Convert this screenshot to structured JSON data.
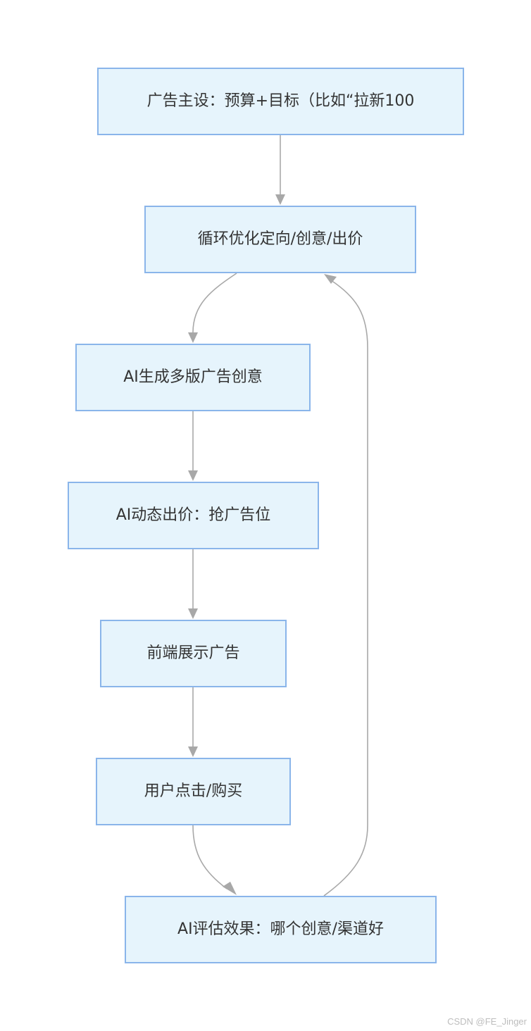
{
  "diagram": {
    "nodes": [
      {
        "id": "n1",
        "label": "广告主设：预算+目标（比如“拉新100"
      },
      {
        "id": "n2",
        "label": "循环优化定向/创意/出价"
      },
      {
        "id": "n3",
        "label": "AI生成多版广告创意"
      },
      {
        "id": "n4",
        "label": "AI动态出价：抢广告位"
      },
      {
        "id": "n5",
        "label": "前端展示广告"
      },
      {
        "id": "n6",
        "label": "用户点击/购买"
      },
      {
        "id": "n7",
        "label": "AI评估效果：哪个创意/渠道好"
      }
    ],
    "edges": [
      {
        "from": "n1",
        "to": "n2"
      },
      {
        "from": "n2",
        "to": "n3"
      },
      {
        "from": "n3",
        "to": "n4"
      },
      {
        "from": "n4",
        "to": "n5"
      },
      {
        "from": "n5",
        "to": "n6"
      },
      {
        "from": "n6",
        "to": "n7"
      },
      {
        "from": "n7",
        "to": "n2"
      }
    ],
    "colors": {
      "node_fill": "#e6f4fc",
      "node_border": "#8ab5ea",
      "edge": "#a8a8a8",
      "text": "#333333"
    }
  },
  "watermark": "CSDN @FE_Jinger"
}
